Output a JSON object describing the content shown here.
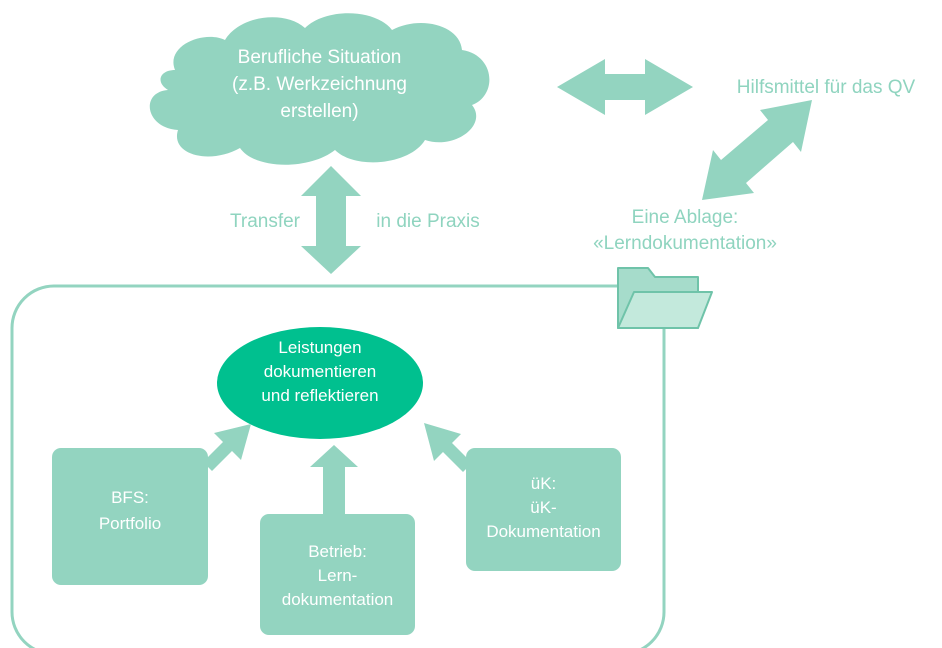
{
  "cloud": {
    "line1": "Berufliche Situation",
    "line2": "(z.B. Werkzeichnung",
    "line3": "erstellen)"
  },
  "hilfsmittel": "Hilfsmittel für das QV",
  "transfer": {
    "left": "Transfer",
    "right": "in die Praxis"
  },
  "ablage": {
    "line1": "Eine Ablage:",
    "line2": "«Lerndokumentation»"
  },
  "ellipse": {
    "line1": "Leistungen",
    "line2": "dokumentieren",
    "line3": "und reflektieren"
  },
  "bfs": {
    "line1": "BFS:",
    "line2": "Portfolio"
  },
  "betrieb": {
    "line1": "Betrieb:",
    "line2": "Lern-",
    "line3": "dokumentation"
  },
  "uek": {
    "line1": "üK:",
    "line2": "üK-",
    "line3": "Dokumentation"
  },
  "colors": {
    "light_teal": "#93d4c0",
    "dark_teal": "#00c08f",
    "text_light": "#8fd4bf",
    "text_white": "#ffffff"
  },
  "icons": [
    "folder-icon"
  ]
}
